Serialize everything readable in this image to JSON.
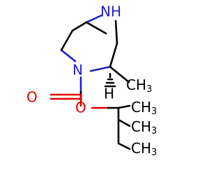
{
  "molecule": {
    "atoms": {
      "nh": {
        "text": "NH",
        "color": "#1f1fd0"
      },
      "n": {
        "text": "N",
        "color": "#1f1fd0"
      },
      "o_carbonyl": {
        "text": "O",
        "color": "#e00000"
      },
      "o_ester": {
        "text": "O",
        "color": "#e00000"
      },
      "ch3_ring": {
        "text": "CH",
        "subscript": "3"
      },
      "h_stereo": {
        "text": "H"
      },
      "ch3_top": {
        "text": "CH",
        "subscript": "3"
      },
      "ch3_mid": {
        "text": "CH",
        "subscript": "3"
      },
      "ch3_bottom": {
        "text": "CH",
        "subscript": "3"
      }
    },
    "bond_color": "#000000"
  }
}
